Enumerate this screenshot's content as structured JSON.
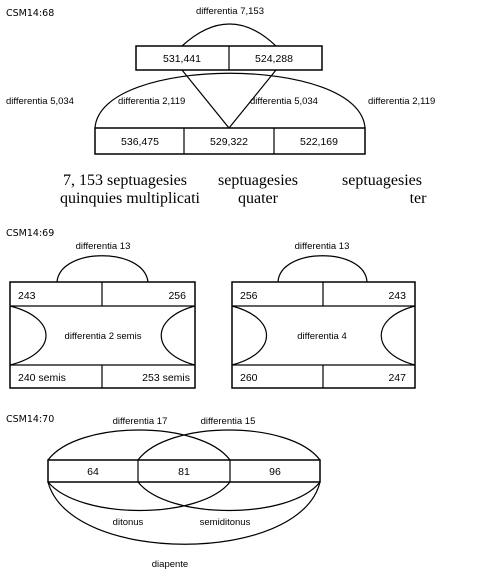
{
  "figure1": {
    "code": "CSM14:68",
    "top_arc_label": "differentia 7,153",
    "top_boxes": [
      "531,441",
      "524,288"
    ],
    "left_outer_label": "differentia 5,034",
    "left_inner_label": "differentia 2,119",
    "right_inner_label": "differentia 5,034",
    "right_outer_label": "differentia 2,119",
    "bottom_boxes": [
      "536,475",
      "529,322",
      "522,169"
    ],
    "text_line1": [
      "7, 153 septuagesies",
      "septuagesies",
      "septuagesies"
    ],
    "text_line2": [
      "quinquies multiplicati",
      "quater",
      "ter"
    ]
  },
  "figure2": {
    "code": "CSM14:69",
    "left": {
      "arc_label": "differentia 13",
      "top_values": [
        "243",
        "256"
      ],
      "middle_label": "differentia 2 semis",
      "bottom_values": [
        "240 semis",
        "253 semis"
      ]
    },
    "right": {
      "arc_label": "differentia 13",
      "top_values": [
        "256",
        "243"
      ],
      "middle_label": "differentia 4",
      "bottom_values": [
        "260",
        "247"
      ]
    }
  },
  "figure3": {
    "code": "CSM14:70",
    "left_label": "differentia 17",
    "right_label": "differentia 15",
    "values": [
      "64",
      "81",
      "96"
    ],
    "lower_left_label": "ditonus",
    "lower_right_label": "semiditonus",
    "bottom_label": "diapente"
  }
}
